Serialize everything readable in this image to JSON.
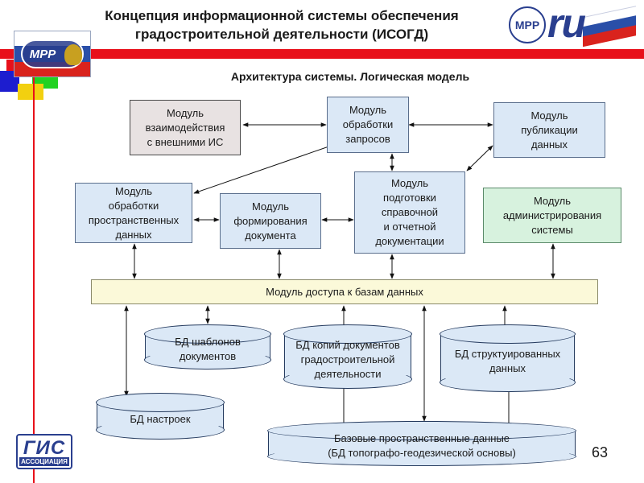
{
  "header": {
    "title_line1": "Концепция информационной системы обеспечения",
    "title_line2": "градостроительной деятельности (ИСОГД)",
    "flag_emblem_text": "МРР",
    "logo_mrr_text": "МРР",
    "logo_ru_text": "ru"
  },
  "diagram": {
    "subtitle": "Архитектура системы. Логическая модель",
    "modules": {
      "external_interaction": "Модуль\nвзаимодействия\nс внешними ИС",
      "request_processing": "Модуль\nобработки\nзапросов",
      "data_publication": "Модуль\nпубликации\nданных",
      "spatial_processing": "Модуль\nобработки\nпространственных\nданных",
      "document_formation": "Модуль\nформирования\nдокумента",
      "reference_reporting": "Модуль\nподготовки\nсправочной\nи отчетной\nдокументации",
      "administration": "Модуль\nадминистрирования\nсистемы",
      "db_access": "Модуль доступа к базам данных"
    },
    "databases": {
      "templates": "БД шаблонов\nдокументов",
      "document_copies": "БД копий документов\nградостроительной\nдеятельности",
      "structured": "БД структуированных\nданных",
      "settings": "БД настроек",
      "base_spatial": "Базовые пространственные данные\n(БД топографо-геодезической основы)"
    }
  },
  "footer": {
    "gis_logo_word": "ГИС",
    "gis_logo_sub": "АССОЦИАЦИЯ",
    "page_number": "63"
  },
  "colors": {
    "accent_red": "#e8101a",
    "module_blue": "#dbe8f6",
    "module_grey": "#e8e2e2",
    "module_green": "#d7f2de",
    "access_yellow": "#fbf9d9",
    "logo_blue": "#2a3f8f"
  }
}
